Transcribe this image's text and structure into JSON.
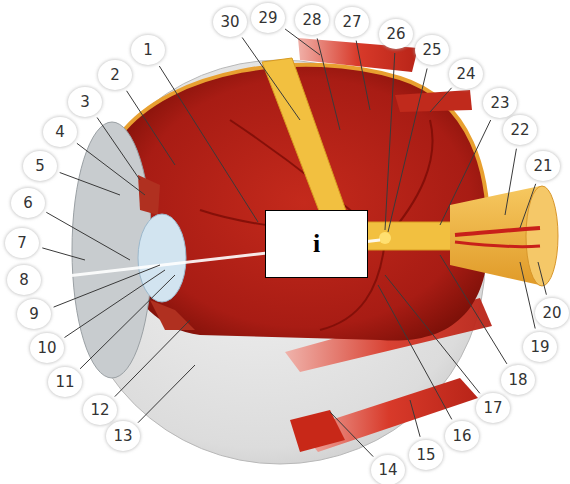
{
  "diagram": {
    "nodes": [
      {
        "text": [
          "i"
        ]
      }
    ],
    "labels": [
      "1",
      "2",
      "3",
      "4",
      "5",
      "6",
      "7",
      "8",
      "9",
      "10",
      "11",
      "12",
      "13",
      "14",
      "15",
      "16",
      "17",
      "18",
      "19",
      "20",
      "21",
      "22",
      "23",
      "24",
      "25",
      "26",
      "27",
      "28",
      "29",
      "30"
    ]
  }
}
